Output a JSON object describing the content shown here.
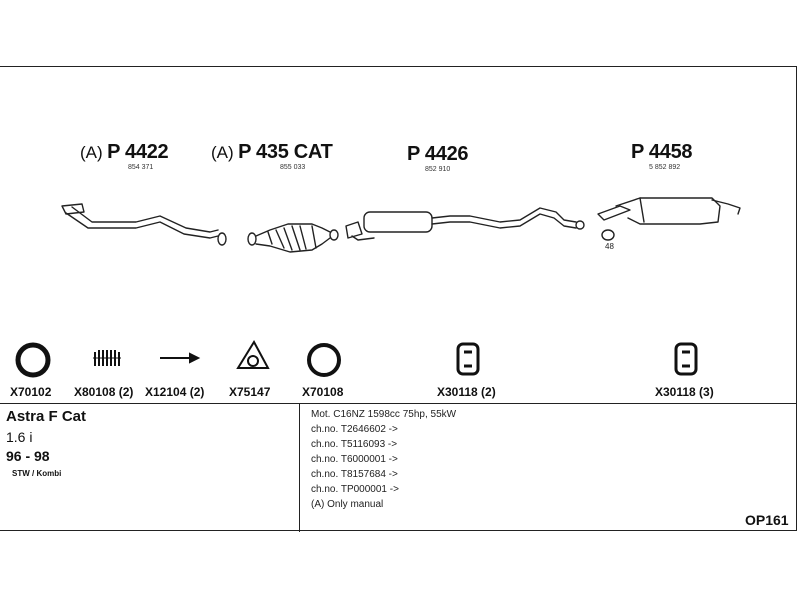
{
  "parts": [
    {
      "prefix": "(A)",
      "number": "P 4422",
      "oem": "854 371"
    },
    {
      "prefix": "(A)",
      "number": "P 435 CAT",
      "oem": "855 033"
    },
    {
      "prefix": "",
      "number": "P 4426",
      "oem": "852 910"
    },
    {
      "prefix": "",
      "number": "P 4458",
      "oem": "5 852 892"
    }
  ],
  "hanger_note": "48",
  "accessories": [
    {
      "code": "X70102",
      "icon": "ring-gasket-icon"
    },
    {
      "code": "X80108 (2)",
      "icon": "spring-icon"
    },
    {
      "code": "X12104 (2)",
      "icon": "bolt-icon"
    },
    {
      "code": "X75147",
      "icon": "flange-gasket-icon"
    },
    {
      "code": "X70108",
      "icon": "ring-gasket-icon"
    },
    {
      "code": "X30118 (2)",
      "icon": "rubber-hanger-icon"
    },
    {
      "code": "X30118 (3)",
      "icon": "rubber-hanger-icon"
    }
  ],
  "vehicle": {
    "model": "Astra F Cat",
    "engine": "1.6 i",
    "years": "96 - 98",
    "body": "STW / Kombi"
  },
  "notes": [
    "Mot. C16NZ 1598cc 75hp, 55kW",
    "ch.no. T2646602 ->",
    "ch.no. T5116093 ->",
    "ch.no. T6000001 ->",
    "ch.no. T8157684 ->",
    "ch.no. TP000001 ->",
    "(A) Only manual"
  ],
  "reference": "OP161"
}
